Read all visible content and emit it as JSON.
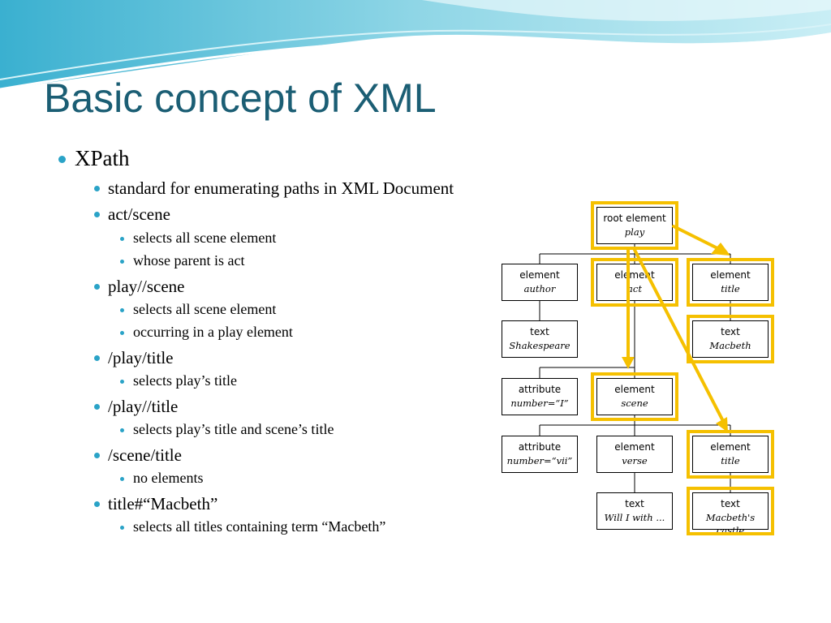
{
  "slide": {
    "title": "Basic concept of XML",
    "bullets": [
      {
        "level": 1,
        "text": "XPath"
      },
      {
        "level": 2,
        "text": "standard for enumerating paths in XML Document"
      },
      {
        "level": 2,
        "text": "act/scene"
      },
      {
        "level": 3,
        "text": "selects all scene element"
      },
      {
        "level": 3,
        "text": "whose parent is act"
      },
      {
        "level": 2,
        "text": "play//scene"
      },
      {
        "level": 3,
        "text": "selects all scene element"
      },
      {
        "level": 3,
        "text": "occurring in a play element"
      },
      {
        "level": 2,
        "text": "/play/title"
      },
      {
        "level": 3,
        "text": "selects play’s title"
      },
      {
        "level": 2,
        "text": "/play//title"
      },
      {
        "level": 3,
        "text": "selects play’s title and scene’s title"
      },
      {
        "level": 2,
        "text": "/scene/title"
      },
      {
        "level": 3,
        "text": "no elements"
      },
      {
        "level": 2,
        "text": "title#“Macbeth”"
      },
      {
        "level": 3,
        "text": "selects all titles containing term “Macbeth”"
      }
    ]
  },
  "diagram": {
    "nodes": {
      "root": {
        "kind": "root element",
        "value": "play"
      },
      "author": {
        "kind": "element",
        "value": "author"
      },
      "act": {
        "kind": "element",
        "value": "act"
      },
      "ptitle": {
        "kind": "element",
        "value": "title"
      },
      "shake": {
        "kind": "text",
        "value": "Shakespeare"
      },
      "mac": {
        "kind": "text",
        "value": "Macbeth"
      },
      "attr1": {
        "kind": "attribute",
        "value": "number=“I”"
      },
      "scene": {
        "kind": "element",
        "value": "scene"
      },
      "attr2": {
        "kind": "attribute",
        "value": "number=“vii”"
      },
      "verse": {
        "kind": "element",
        "value": "verse"
      },
      "stitle": {
        "kind": "element",
        "value": "title"
      },
      "will": {
        "kind": "text",
        "value": "Will I with ..."
      },
      "castle": {
        "kind": "text",
        "value": "Macbeth's castle"
      }
    },
    "highlight_color": "#f5c000"
  },
  "colors": {
    "title": "#1b5e74",
    "bullet": "#2aa3c7"
  }
}
